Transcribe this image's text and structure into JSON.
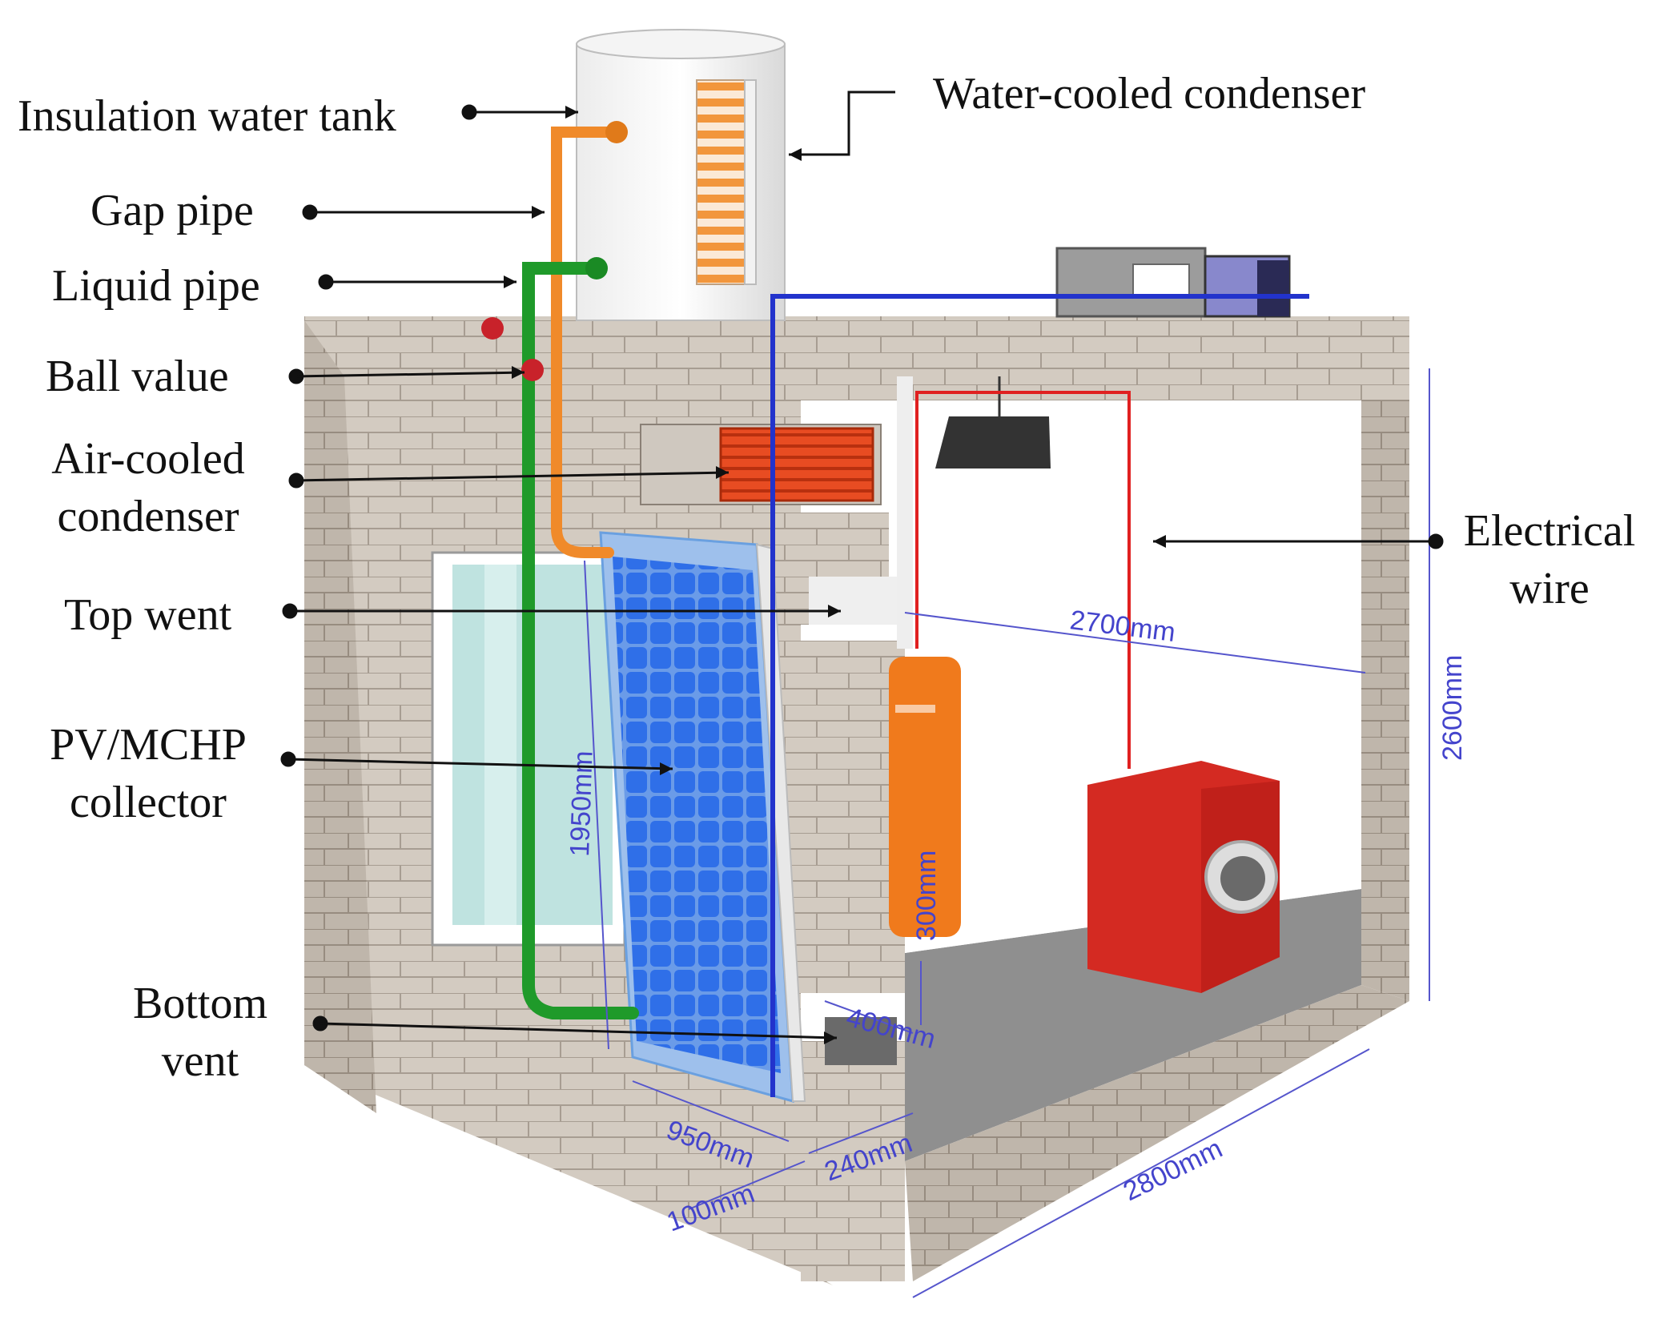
{
  "labels": {
    "tank": "Insulation water tank",
    "water_condenser": "Water-cooled condenser",
    "gap_pipe": "Gap pipe",
    "liquid_pipe": "Liquid pipe",
    "ball_valve": "Ball value",
    "air_condenser_1": "Air-cooled",
    "air_condenser_2": "condenser",
    "top_vent": "Top went",
    "collector_1": "PV/MCHP",
    "collector_2": "collector",
    "bottom_vent_1": "Bottom",
    "bottom_vent_2": "vent",
    "wire_1": "Electrical",
    "wire_2": "wire"
  },
  "dimensions": {
    "d2700": "2700mm",
    "d2600": "2600mm",
    "d1950": "1950mm",
    "d300": "300mm",
    "d400": "400mm",
    "d950": "950mm",
    "d240": "240mm",
    "d100": "100mm",
    "d2800": "2800mm"
  },
  "colors": {
    "brick": "#cfc6bc",
    "orange_pipe": "#f08a2a",
    "green_pipe": "#1f9a2a",
    "blue_wire": "#2233cc",
    "red_wire": "#e02020",
    "pv_cell": "#2f6fe8",
    "washer": "#d42a22",
    "fridge": "#f07a1c",
    "dim_line": "#5555cc"
  }
}
